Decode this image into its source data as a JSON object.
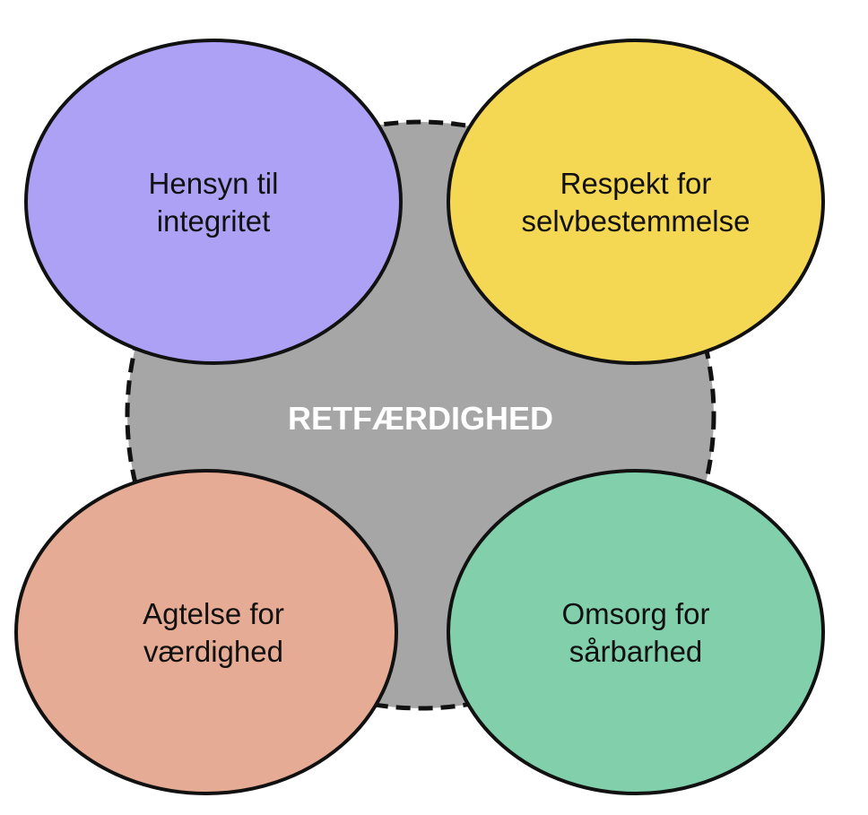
{
  "diagram": {
    "center": {
      "label": "RETFÆRDIGHED",
      "fill": "#a6a6a6",
      "text_color": "#ffffff"
    },
    "nodes": [
      {
        "id": "integrity",
        "lines": [
          "Hensyn til",
          "integritet"
        ],
        "fill": "#ada1f5"
      },
      {
        "id": "autonomy",
        "lines": [
          "Respekt for",
          "selvbestemmelse"
        ],
        "fill": "#f4d752"
      },
      {
        "id": "dignity",
        "lines": [
          "Agtelse for",
          "værdighed"
        ],
        "fill": "#e6ab94"
      },
      {
        "id": "vulnerability",
        "lines": [
          "Omsorg for",
          "sårbarhed"
        ],
        "fill": "#81cfab"
      }
    ]
  }
}
